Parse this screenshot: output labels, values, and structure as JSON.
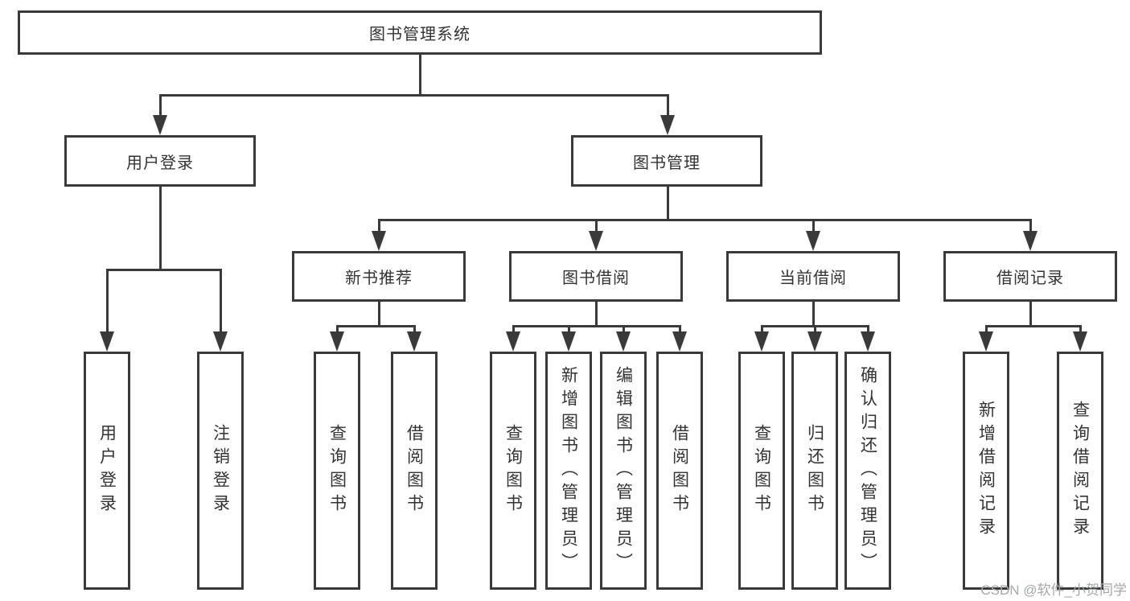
{
  "colors": {
    "line": "#3a3a3a",
    "text": "#333333",
    "watermark_text": "#a3a8ad",
    "background": "#ffffff"
  },
  "watermark": "CSDN @软件_小贺同学",
  "tree": {
    "root": "图书管理系统",
    "branches": [
      {
        "label": "用户登录",
        "children": [
          "用户登录",
          "注销登录"
        ]
      },
      {
        "label": "图书管理",
        "sections": [
          {
            "label": "新书推荐",
            "children": [
              "查询图书",
              "借阅图书"
            ]
          },
          {
            "label": "图书借阅",
            "children": [
              "查询图书",
              "新增图书（管理员）",
              "编辑图书（管理员）",
              "借阅图书"
            ]
          },
          {
            "label": "当前借阅",
            "children": [
              "查询图书",
              "归还图书",
              "确认归还（管理员）"
            ]
          },
          {
            "label": "借阅记录",
            "children": [
              "新增借阅记录",
              "查询借阅记录"
            ]
          }
        ]
      }
    ]
  }
}
